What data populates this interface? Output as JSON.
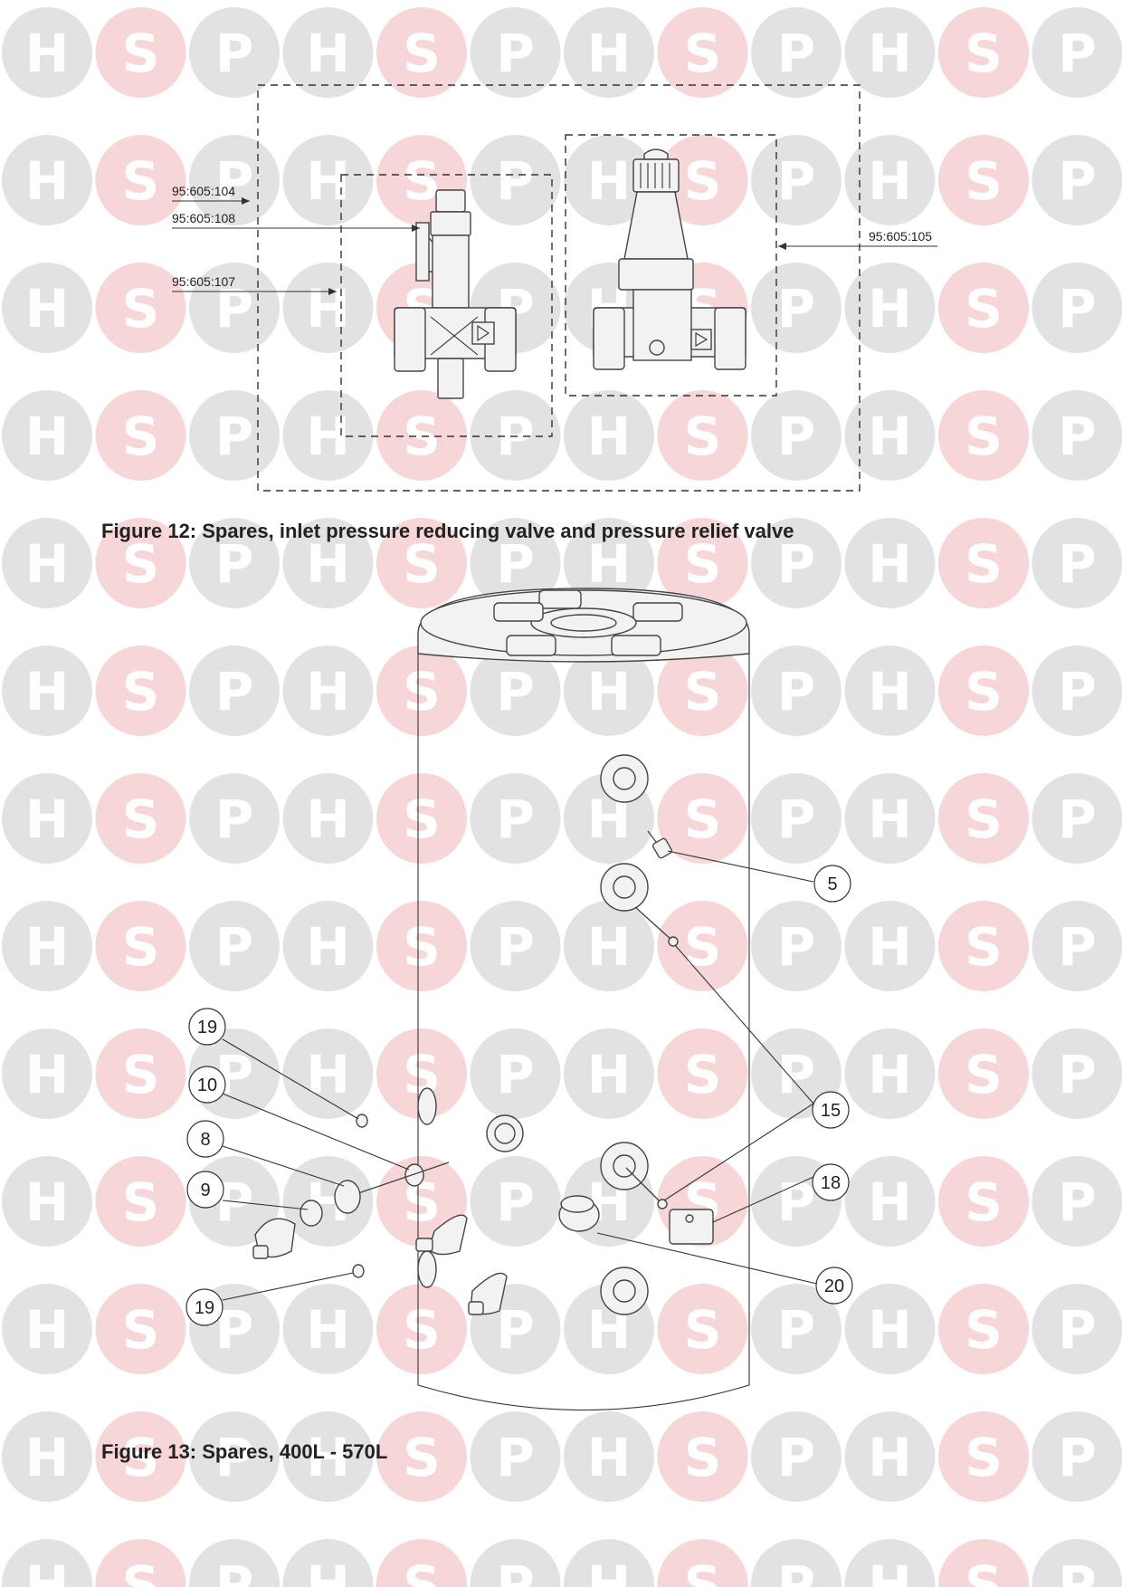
{
  "watermark": {
    "letters": [
      "H",
      "S",
      "P"
    ],
    "colors": {
      "grey": "#e2e2e2",
      "pink": "#f6d6d6"
    }
  },
  "figure12": {
    "caption": "Figure 12: Spares, inlet pressure reducing valve and pressure relief valve",
    "refs": [
      {
        "id": "r104",
        "text": "95:605:104"
      },
      {
        "id": "r108",
        "text": "95:605:108"
      },
      {
        "id": "r107",
        "text": "95:605:107"
      },
      {
        "id": "r105",
        "text": "95:605:105"
      }
    ]
  },
  "figure13": {
    "caption": "Figure 13: Spares, 400L - 570L",
    "callouts": [
      {
        "id": "c5",
        "label": "5"
      },
      {
        "id": "c15",
        "label": "15"
      },
      {
        "id": "c18",
        "label": "18"
      },
      {
        "id": "c20",
        "label": "20"
      },
      {
        "id": "c19a",
        "label": "19"
      },
      {
        "id": "c10",
        "label": "10"
      },
      {
        "id": "c8",
        "label": "8"
      },
      {
        "id": "c9",
        "label": "9"
      },
      {
        "id": "c19b",
        "label": "19"
      }
    ]
  }
}
